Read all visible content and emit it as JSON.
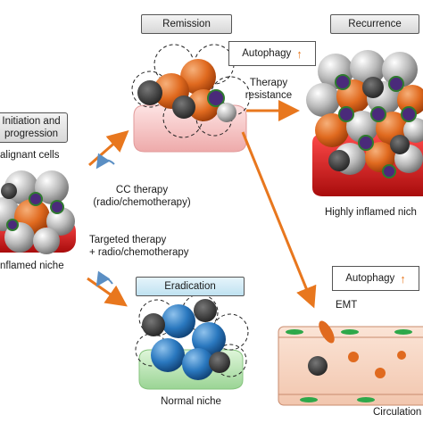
{
  "labels": {
    "remission": "Remission",
    "recurrence": "Recurrence",
    "eradication": "Eradication",
    "initiation": "Initiation and",
    "progression": "progression",
    "malignant_cells": "alignant cells",
    "inflamed_niche": "nflamed niche",
    "autophagy_top": "Autophagy",
    "autophagy_bottom": "Autophagy",
    "therapy_resistance_1": "Therapy",
    "therapy_resistance_2": "resistance",
    "cc_therapy_1": "CC therapy",
    "cc_therapy_2": "(radio/chemotherapy)",
    "targeted_1": "Targeted therapy",
    "targeted_2": "+ radio/chemotherapy",
    "highly_inflamed": "Highly inflamed nich",
    "normal_niche": "Normal niche",
    "emt": "EMT",
    "circulation": "Circulation",
    "up_arrow": "↑"
  },
  "colors": {
    "arrow": "#e8771e",
    "cancer_cell": "#e06a1f",
    "stem_cell": "#9a9a9a",
    "normal_cell": "#1f6fb5",
    "immune_cell": "#4a2a7a",
    "inflamed_niche": "#cf1414",
    "remission_niche": "#f6c9c9",
    "normal_niche": "#bfe8b8",
    "vessel": "#f7d9c9",
    "endothelial_nucleus": "#2ea84a"
  }
}
